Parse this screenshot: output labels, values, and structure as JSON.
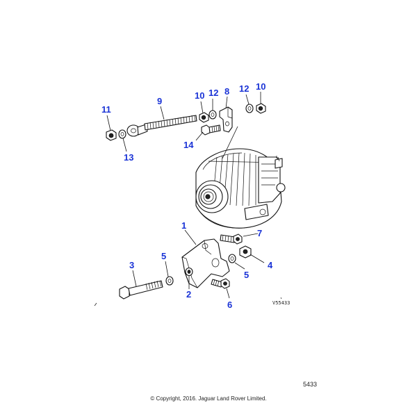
{
  "callouts": {
    "c1": "1",
    "c2": "2",
    "c3": "3",
    "c4": "4",
    "c5a": "5",
    "c5b": "5",
    "c6": "6",
    "c7": "7",
    "c8": "8",
    "c9": "9",
    "c10a": "10",
    "c10b": "10",
    "c11": "11",
    "c12a": "12",
    "c12b": "12",
    "c13": "13",
    "c14": "14"
  },
  "drawing_code": "V55433",
  "page_number": "5433",
  "copyright": "© Copyright, 2016. Jaguar Land Rover Limited.",
  "colors": {
    "callout": "#1a33d6",
    "line": "#111111"
  }
}
